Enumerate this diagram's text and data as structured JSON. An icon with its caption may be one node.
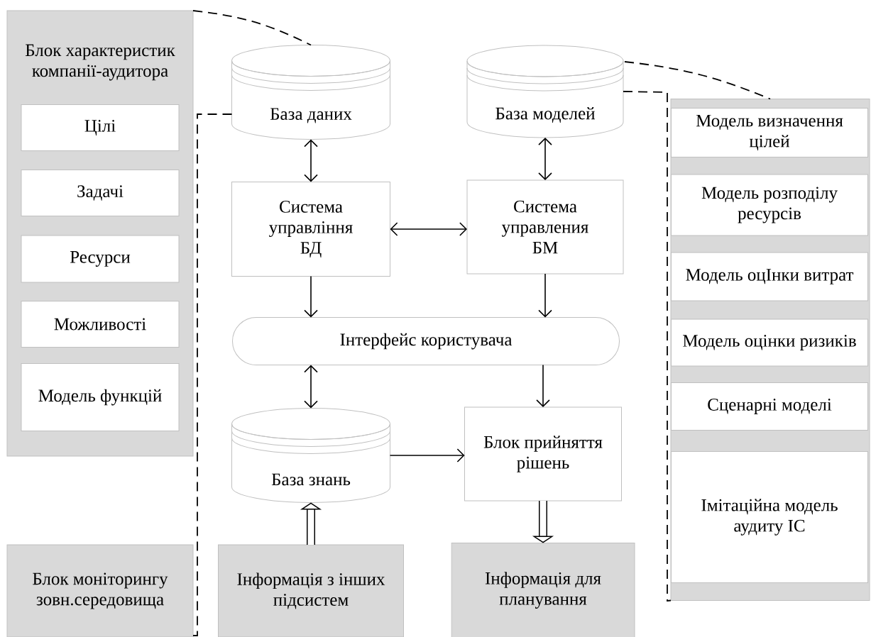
{
  "diagram": {
    "nodes": [
      {
        "text": [
          "Блок характеристик компанії-аудитора"
        ]
      },
      {
        "text": [
          "Цілі"
        ],
        "in": 0
      },
      {
        "text": [
          "Задачі"
        ],
        "in": 0
      },
      {
        "text": [
          "Ресурси"
        ],
        "in": 0
      },
      {
        "text": [
          "Можливості"
        ],
        "in": 0
      },
      {
        "text": [
          "Модель функцій"
        ],
        "in": 0
      },
      {
        "text": [
          "База даних"
        ]
      },
      {
        "text": [
          "База моделей"
        ]
      },
      {
        "text": [
          "Система управління БД"
        ]
      },
      {
        "text": [
          "Система управления БМ"
        ]
      },
      {
        "text": [
          "Інтерфейс користувача"
        ]
      },
      {
        "text": [
          "База знань"
        ]
      },
      {
        "text": [
          "Блок прийняття рішень"
        ]
      },
      {
        "text": [],
        "shape": "box"
      },
      {
        "text": [
          "Модель визначення цілей"
        ],
        "in": 13
      },
      {
        "text": [
          "Модель розподілу ресурсів"
        ],
        "in": 13
      },
      {
        "text": [
          "Модель оцІнки витрат"
        ],
        "in": 13
      },
      {
        "text": [
          "Модель оцінки ризиків"
        ],
        "in": 13
      },
      {
        "text": [
          "Сценарні моделі"
        ],
        "in": 13
      },
      {
        "text": [
          "Імітаційна модель аудиту ІС"
        ],
        "in": 13
      },
      {
        "text": [
          "Блок моніторингу зовн.середовища"
        ]
      },
      {
        "text": [
          "Інформація з інших підсистем"
        ]
      },
      {
        "text": [
          "Інформація для планування"
        ]
      }
    ],
    "edges": [
      {
        "from": 6,
        "to": 8,
        "arrow": "both"
      },
      {
        "from": 7,
        "to": 9,
        "arrow": "both"
      },
      {
        "from": 8,
        "to": 9,
        "arrow": "both"
      },
      {
        "from": 8,
        "to": 10,
        "arrow": "to"
      },
      {
        "from": 9,
        "to": 10,
        "arrow": "to"
      },
      {
        "from": 10,
        "to": 11,
        "arrow": "both"
      },
      {
        "from": 10,
        "to": 12,
        "arrow": "to"
      },
      {
        "from": 11,
        "to": 12,
        "arrow": "to"
      },
      {
        "from": 21,
        "to": 11,
        "arrow": "to",
        "style": "thick"
      },
      {
        "from": 12,
        "to": 22,
        "arrow": "to",
        "style": "thick"
      },
      {
        "from": 0,
        "to": 6,
        "arrow": "none",
        "style": "dashed"
      },
      {
        "from": 7,
        "to": 13,
        "arrow": "none",
        "style": "dashed"
      },
      {
        "from": 7,
        "to": 13,
        "arrow": "none",
        "style": "dashed"
      },
      {
        "from": 6,
        "to": 20,
        "arrow": "none",
        "style": "dashed"
      }
    ]
  }
}
